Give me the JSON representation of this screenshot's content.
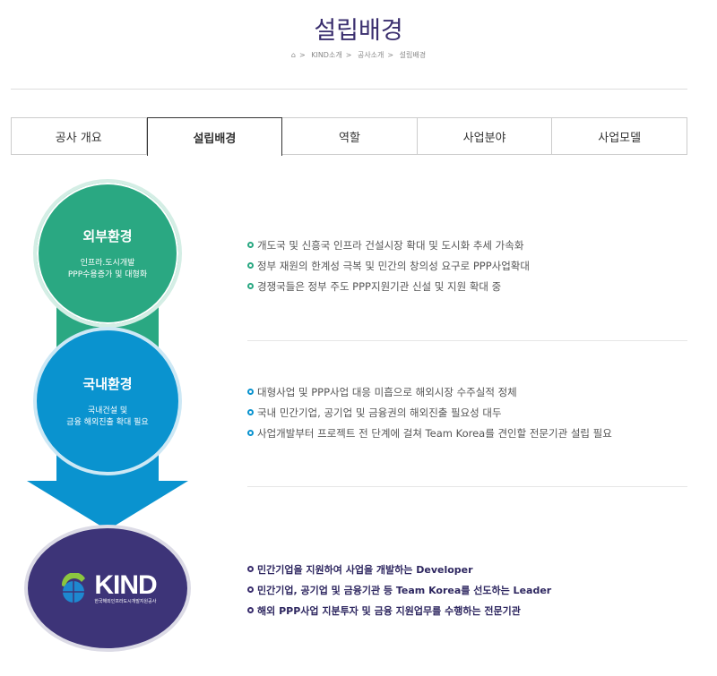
{
  "header": {
    "title": "설립배경",
    "breadcrumb": [
      "KIND소개",
      "공사소개",
      "설립배경"
    ]
  },
  "tabs": [
    {
      "label": "공사 개요"
    },
    {
      "label": "설립배경",
      "active": true
    },
    {
      "label": "역할"
    },
    {
      "label": "사업분야"
    },
    {
      "label": "사업모델"
    }
  ],
  "diagram": {
    "external": {
      "title": "외부환경",
      "line1": "인프라.도시개발",
      "line2": "PPP수용증가 및 대형화"
    },
    "domestic": {
      "title": "국내환경",
      "line1": "국내건설 및",
      "line2": "금융 해외진출 확대 필요"
    },
    "logo": {
      "name": "KIND",
      "subtitle": "한국해외인프라도시개발지원공사"
    }
  },
  "external_items": [
    "개도국 및 신흥국 인프라 건설시장 확대 및 도시화 추세 가속화",
    "정부 재원의 한계성 극복 및 민간의 창의성 요구로 PPP사업확대",
    "경쟁국들은 정부 주도 PPP지원기관 신설 및 지원 확대 중"
  ],
  "domestic_items": [
    "대형사업 및 PPP사업 대응 미흡으로 해외시장 수주실적 정체",
    "국내 민간기업, 공기업 및 금융권의 해외진출 필요성 대두",
    "사업개발부터 프로젝트 전 단계에 걸쳐 Team Korea를 견인할 전문기관 설립 필요"
  ],
  "kind_items": [
    "민간기업을 지원하여 사업을 개발하는 Developer",
    "민간기업, 공기업 및 금융기관 등 Team Korea를 선도하는 Leader",
    "해외 PPP사업 지분투자 및 금융 지원업무를 수행하는 전문기관"
  ],
  "colors": {
    "green": "#2aa882",
    "blue": "#0a93cf",
    "purple": "#3d3478"
  }
}
